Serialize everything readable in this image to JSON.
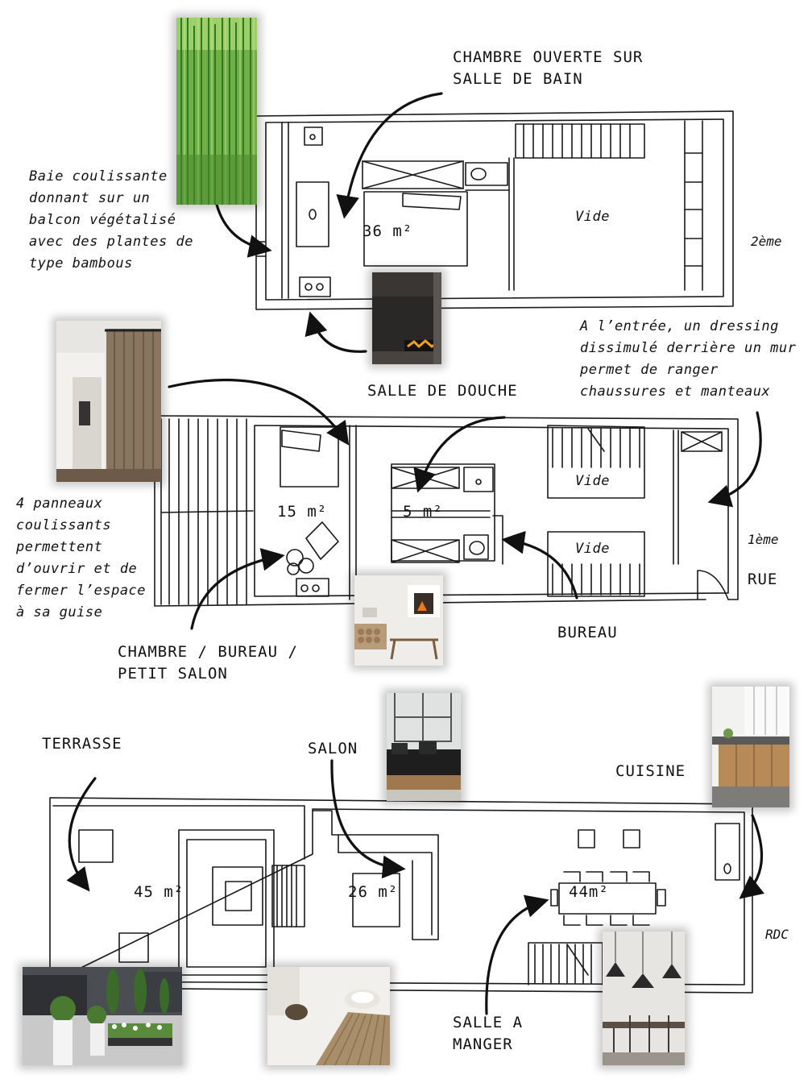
{
  "labels": {
    "chambre_sdb": [
      "CHAMBRE OUVERTE SUR",
      "SALLE DE BAIN"
    ],
    "baie": [
      "Baie coulissante",
      "donnant sur un",
      "balcon végétalisé",
      "avec des plantes de",
      "type bambous"
    ],
    "salle_douche": "SALLE DE DOUCHE",
    "dressing": [
      "A l’entrée, un dressing",
      "dissimulé derrière un mur",
      "permet de ranger",
      "chaussures et manteaux"
    ],
    "panneaux": [
      "4 panneaux",
      "coulissants",
      "permettent",
      "d’ouvrir et de",
      "fermer l’espace",
      "à sa guise"
    ],
    "chambre_bureau": [
      "CHAMBRE / BUREAU /",
      "PETIT SALON"
    ],
    "bureau": "BUREAU",
    "rue": "RUE",
    "terrasse": "TERRASSE",
    "salon": "SALON",
    "cuisine": "CUISINE",
    "salle_manger": [
      "SALLE A",
      "MANGER"
    ]
  },
  "areas": {
    "a36": "36 m²",
    "a15": "15 m²",
    "a5": "5 m²",
    "a45": "45 m²",
    "a26": "26 m²",
    "a44": "44m²"
  },
  "vide": {
    "top": "Vide",
    "mid1": "Vide",
    "mid2": "Vide"
  },
  "levels": {
    "second": "2ème",
    "first": "1ème",
    "ground": "RDC"
  },
  "photos": {
    "bamboo": "bamboo-photo",
    "fireplace_dark": "dark-fireplace-photo",
    "barn_door": "barn-door-photo",
    "white_fireplace": "white-fireplace-photo",
    "sofa": "sofa-photo",
    "kitchen": "kitchen-photo",
    "terrace": "terrace-photo",
    "rug_salon": "rug-salon-photo",
    "dining": "dining-pendant-photo"
  },
  "colors": {
    "ink": "#1a1a1a",
    "bamboo_green": "#3f8f2c",
    "wood": "#8a6a4a",
    "dark_wall": "#2a2826"
  }
}
